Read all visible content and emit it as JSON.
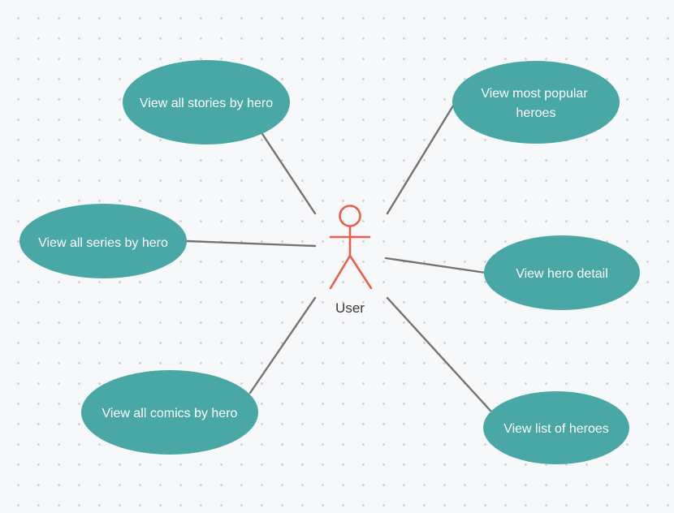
{
  "diagram": {
    "actor": {
      "label": "User",
      "icon": "stick-figure-icon",
      "color": "#e8604c"
    },
    "use_cases": [
      {
        "id": "stories",
        "lines": [
          "View all stories by hero"
        ]
      },
      {
        "id": "popular",
        "lines": [
          "View most popular",
          "heroes"
        ]
      },
      {
        "id": "series",
        "lines": [
          "View all series by hero"
        ]
      },
      {
        "id": "detail",
        "lines": [
          "View hero detail"
        ]
      },
      {
        "id": "comics",
        "lines": [
          "View all comics by hero"
        ]
      },
      {
        "id": "list",
        "lines": [
          "View list of heroes"
        ]
      }
    ],
    "colors": {
      "use_case_fill": "#49a7a6",
      "use_case_text": "#ffffff",
      "connector": "#737373",
      "background": "#f7f8fa"
    }
  }
}
